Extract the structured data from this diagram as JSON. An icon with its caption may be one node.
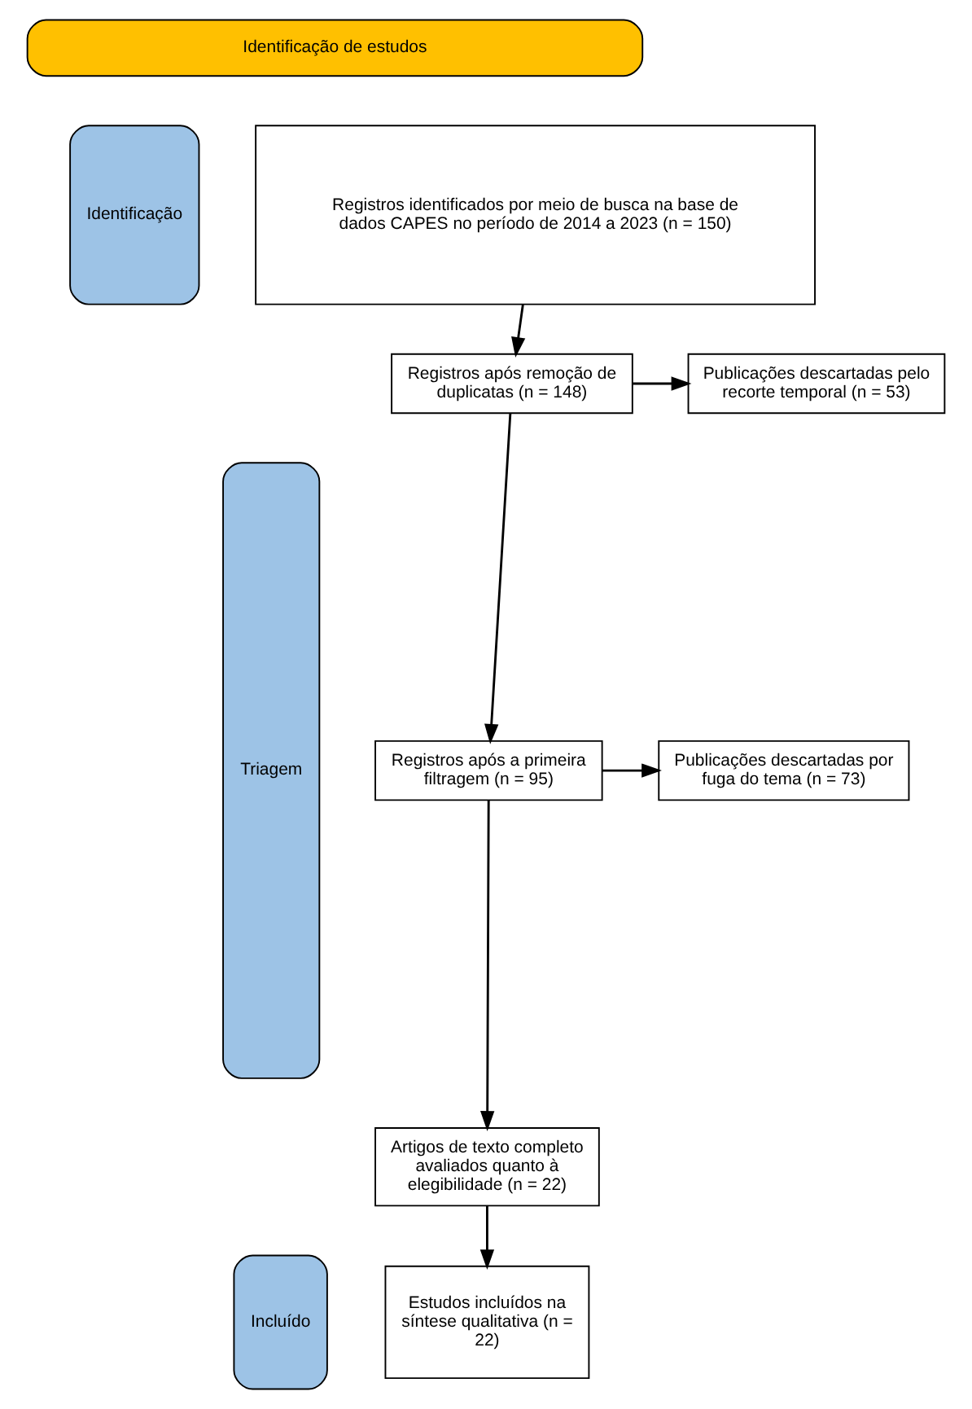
{
  "diagram": {
    "nodes": [
      {
        "text": [
          "Identificação de estudos"
        ]
      },
      {
        "text": [
          "Identificação"
        ]
      },
      {
        "text": [
          "Triagem"
        ]
      },
      {
        "text": [
          "Incluído"
        ]
      },
      {
        "text": [
          "Registros identificados por meio de busca na base de dados CAPES no período de 2014 a 2023 (n = 150)"
        ]
      },
      {
        "text": [
          "Registros após remoção de duplicatas (n = 148)"
        ]
      },
      {
        "text": [
          "Publicações descartadas pelo recorte temporal (n = 53)"
        ]
      },
      {
        "text": [
          "Registros após a primeira filtragem (n = 95)"
        ]
      },
      {
        "text": [
          "Publicações descartadas por fuga do tema (n = 73)"
        ]
      },
      {
        "text": [
          "Artigos de texto completo avaliados quanto à elegibilidade (n = 22)"
        ]
      },
      {
        "text": [
          "Estudos incluídos na síntese qualitativa (n = 22)"
        ]
      }
    ],
    "edges": [
      {
        "from": 4,
        "to": 5,
        "arrow": "to"
      },
      {
        "from": 5,
        "to": 6,
        "arrow": "to"
      },
      {
        "from": 5,
        "to": 7,
        "arrow": "to"
      },
      {
        "from": 7,
        "to": 8,
        "arrow": "to"
      },
      {
        "from": 7,
        "to": 9,
        "arrow": "to"
      },
      {
        "from": 9,
        "to": 10,
        "arrow": "to"
      }
    ]
  }
}
